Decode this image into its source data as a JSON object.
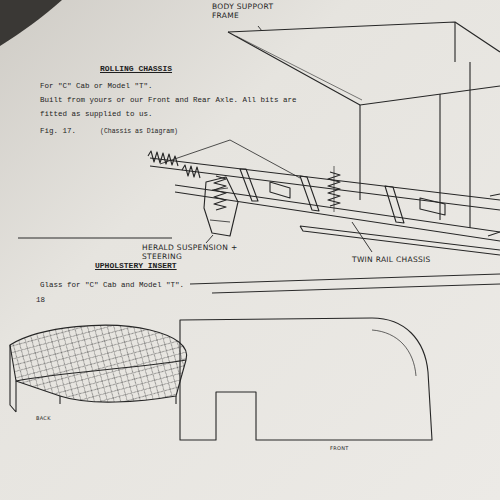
{
  "diagram": {
    "labels": [
      "BODY SUPPORT FRAME",
      "ROLLING CHASSIS",
      "For \"C\" Cab or Model \"T\".",
      "Built from yours or our Front and Rear Axle. All bits are",
      "fitted as supplied to us.",
      "Fig. 17.",
      "(Chassis as Diagram)",
      "HERALD SUSPENSION + STEERING",
      "TWIN RAIL CHASSIS",
      "UPHOLSTERY INSERT",
      "Glass for \"C\" Cab and Model \"T\".",
      "18",
      "BACK",
      "FRONT"
    ]
  }
}
